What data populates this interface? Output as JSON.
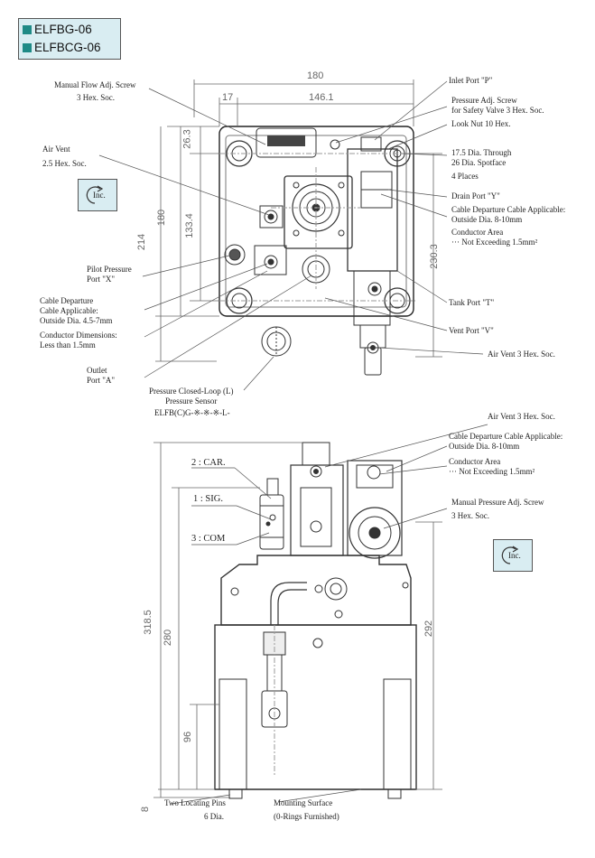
{
  "title": {
    "line1": "ELFBG-06",
    "line2": "ELFBCG-06"
  },
  "inc_label": "Inc.",
  "top_view": {
    "dims": {
      "width_total": "180",
      "left_offset": "17",
      "inner": "146.1",
      "top_offset": "26.3",
      "h180": "180",
      "h214": "214",
      "h133": "133.4",
      "h230": "230.3"
    },
    "callouts": {
      "manual_flow_1": "Manual Flow Adj. Screw",
      "manual_flow_2": "3 Hex. Soc.",
      "air_vent_1": "Air Vent",
      "air_vent_2": "2.5 Hex. Soc.",
      "pilot_1": "Pilot Pressure",
      "pilot_2": "Port \"X\"",
      "cable_dep_1": "Cable Departure",
      "cable_dep_2": "Cable Applicable:",
      "cable_dep_3": "Outside Dia. 4.5-7mm",
      "conductor_dim_1": "Conductor Dimensions:",
      "conductor_dim_2": "Less than 1.5mm",
      "outlet_1": "Outlet",
      "outlet_2": "Port \"A\"",
      "sensor_1": "Pressure Closed-Loop (L)",
      "sensor_2": "Pressure Sensor",
      "model_code": "ELFB(C)G-※-※-※-L-",
      "inlet": "Inlet Port \"P\"",
      "pressure_adj_1": "Pressure Adj. Screw",
      "pressure_adj_2": "for Safety Valve 3 Hex. Soc.",
      "lock_nut": "Look Nut 10 Hex.",
      "through_1": "17.5 Dia. Through",
      "through_2": "26 Dia. Spotface",
      "through_3": "4 Places",
      "drain": "Drain Port \"Y\"",
      "cable_app_1": "Cable Departure Cable Applicable:",
      "cable_app_2": "Outside Dia. 8-10mm",
      "conductor_area_1": "Conductor Area",
      "conductor_area_2": "··· Not Exceeding 1.5mm²",
      "tank": "Tank Port \"T\"",
      "vent": "Vent Port \"V\"",
      "air_vent_3": "Air Vent 3 Hex. Soc."
    }
  },
  "front_view": {
    "dims": {
      "h318": "318.5",
      "h280": "280",
      "h96": "96",
      "h8": "8",
      "h292": "292"
    },
    "callouts": {
      "car": "2 : CAR.",
      "sig": "1 : SIG.",
      "com": "3 : COM",
      "air_vent": "Air Vent 3 Hex. Soc.",
      "cable_app_1": "Cable Departure Cable Applicable:",
      "cable_app_2": "Outside Dia. 8-10mm",
      "conductor_area_1": "Conductor Area",
      "conductor_area_2": "··· Not Exceeding 1.5mm²",
      "manual_pressure_1": "Manual Pressure Adj. Screw",
      "manual_pressure_2": "3 Hex. Soc.",
      "locating_1": "Two Locating Pins",
      "locating_2": "6 Dia.",
      "mounting_1": "Mounting Surface",
      "mounting_2": "(0-Rings Furnished)"
    }
  }
}
